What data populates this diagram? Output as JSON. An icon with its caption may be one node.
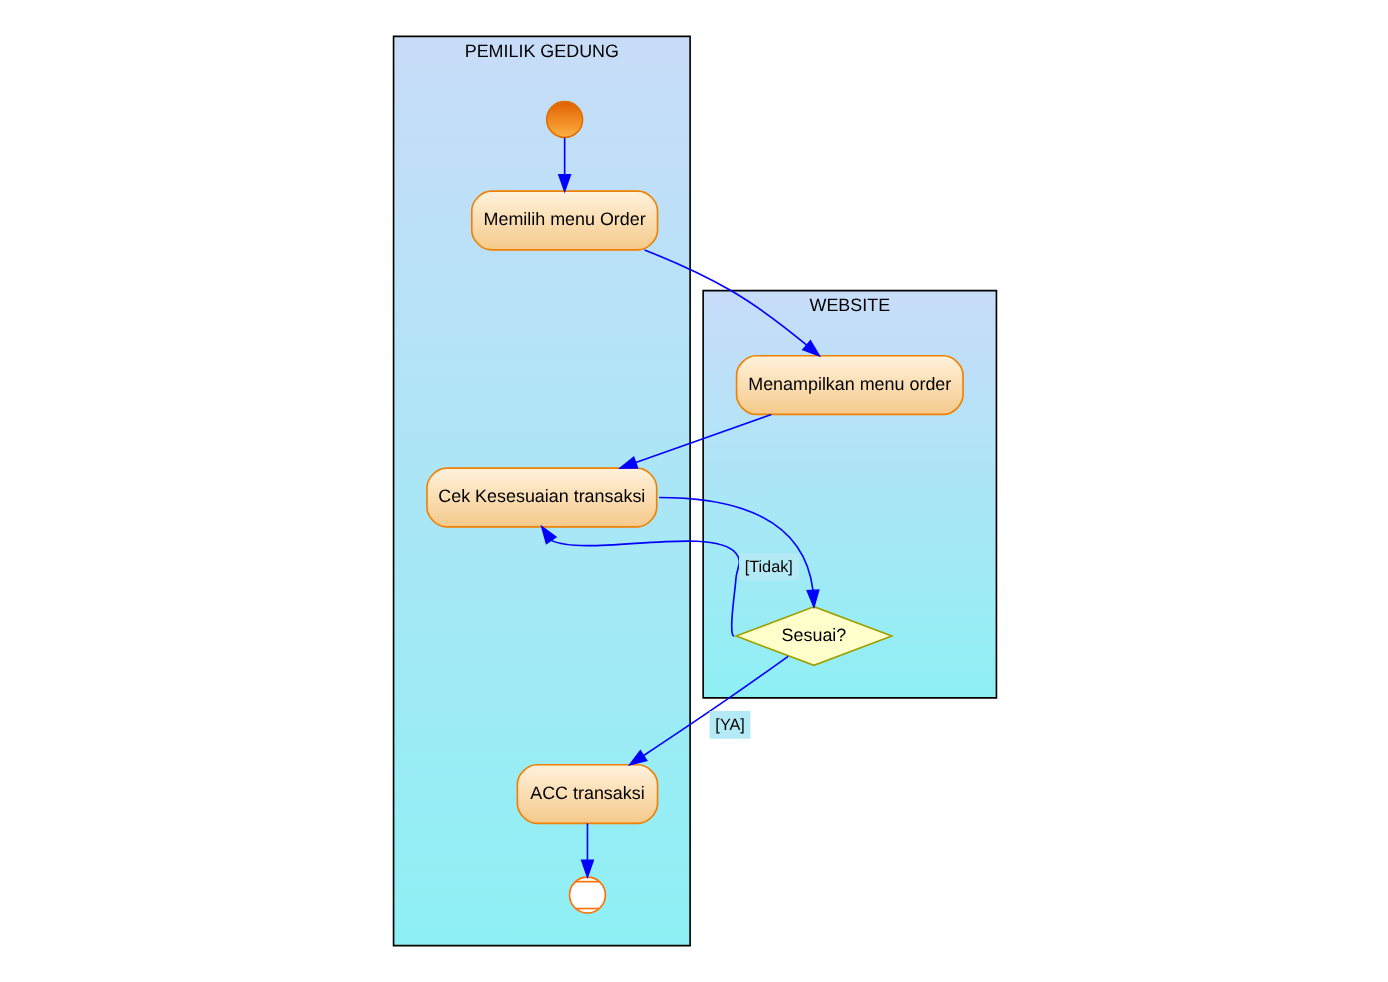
{
  "diagram": {
    "nodes": [
      {
        "text": [
          "PEMILIK GEDUNG"
        ]
      },
      {
        "text": [
          "WEBSITE"
        ]
      },
      {
        "text": [],
        "shape": "circle",
        "in": 0
      },
      {
        "text": [
          "Memilih menu Order"
        ],
        "in": 0
      },
      {
        "text": [
          "Menampilkan menu order"
        ],
        "in": 1
      },
      {
        "text": [
          "Cek Kesesuaian transaksi"
        ],
        "in": 0
      },
      {
        "text": [
          "Sesuai?"
        ],
        "in": 1
      },
      {
        "text": [
          "ACC transaksi"
        ],
        "in": 0
      },
      {
        "text": [],
        "shape": "circle",
        "in": 0
      }
    ],
    "edges": [
      {
        "from": 2,
        "to": 3,
        "arrow": "to"
      },
      {
        "from": 3,
        "to": 4,
        "arrow": "to"
      },
      {
        "from": 4,
        "to": 5,
        "arrow": "to"
      },
      {
        "from": 5,
        "to": 6,
        "arrow": "to"
      },
      {
        "from": 6,
        "to": 5,
        "label": "[Tidak]",
        "arrow": "to"
      },
      {
        "from": 6,
        "to": 7,
        "label": "[YA]",
        "arrow": "to"
      },
      {
        "from": 7,
        "to": 8,
        "arrow": "to"
      }
    ]
  }
}
